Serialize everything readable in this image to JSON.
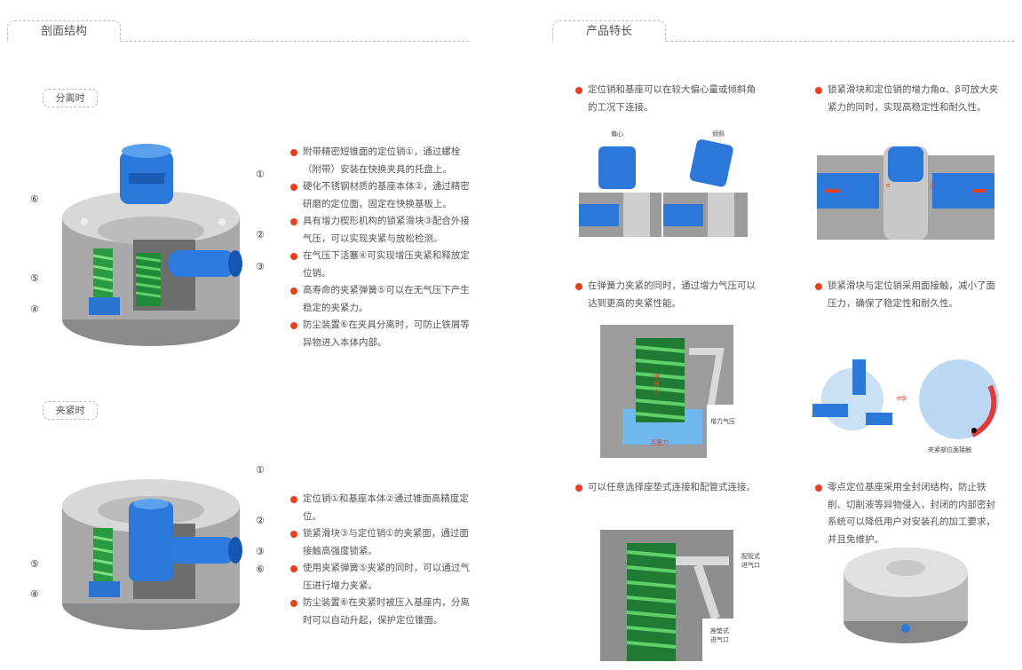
{
  "left": {
    "section_title": "剖面结构",
    "separated": {
      "label": "分离时",
      "callouts": [
        "①",
        "②",
        "③",
        "④",
        "⑤",
        "⑥"
      ],
      "bullets": [
        "附带精密短锥面的定位销①，通过螺栓（附带）安装在快换夹具的托盘上。",
        "硬化不锈钢材质的基座本体②，通过精密研磨的定位面，固定在快换基板上。",
        "具有增力楔形机构的锁紧滑块③配合外接气压，可以实现夹紧与放松检测。",
        "在气压下活塞④可实现增压夹紧和释放定位销。",
        "高寿命的夹紧弹簧⑤可以在无气压下产生稳定的夹紧力。",
        "防尘装置⑥在夹具分离时，可防止铁屑等异物进入本体内部。"
      ]
    },
    "clamped": {
      "label": "夹紧时",
      "callouts": [
        "①",
        "②",
        "③",
        "④",
        "⑤",
        "⑥"
      ],
      "bullets": [
        "定位销①和基座本体②通过锥面高精度定位。",
        "锁紧滑块③与定位销①的夹紧面，通过面接触高强度锁紧。",
        "使用夹紧弹簧⑤夹紧的同时，可以通过气压进行增力夹紧。",
        "防尘装置⑥在夹紧时被压入基座内，分离时可以自动升起，保护定位锥面。"
      ]
    }
  },
  "right": {
    "section_title": "产品特长",
    "features": [
      {
        "text": "定位销和基座可以在较大偏心量或倾斜角的工况下连接。",
        "labels": [
          "偏心",
          "倾斜"
        ]
      },
      {
        "text": "锁紧滑块和定位销的增力角α、β可放大夹紧力的同时，实现高稳定性和耐久性。",
        "labels": [
          "α",
          "β"
        ]
      },
      {
        "text": "在弹簧力夹紧的同时，通过增力气压可以达到更高的夹紧性能。",
        "labels": [
          "弹簧力",
          "活塞力",
          "增力气压"
        ]
      },
      {
        "text": "锁紧滑块与定位销采用面接触，减小了面压力，确保了稳定性和耐久性。",
        "labels": [
          "夹紧部位面接触"
        ]
      },
      {
        "text": "可以任意选择座垫式连接和配管式连接。",
        "labels": [
          "配管式进气口",
          "座垫式进气口"
        ]
      },
      {
        "text": "零点定位基座采用全封闭结构，防止铁削、切削液等异物侵入，封闭的内部密封系统可以降低用户对安装孔的加工要求，并且免维护。",
        "labels": []
      }
    ]
  },
  "colors": {
    "bullet": "#e8401c",
    "blue": "#1f6fd1",
    "green": "#3aa64a",
    "gray": "#9a9a9a"
  }
}
